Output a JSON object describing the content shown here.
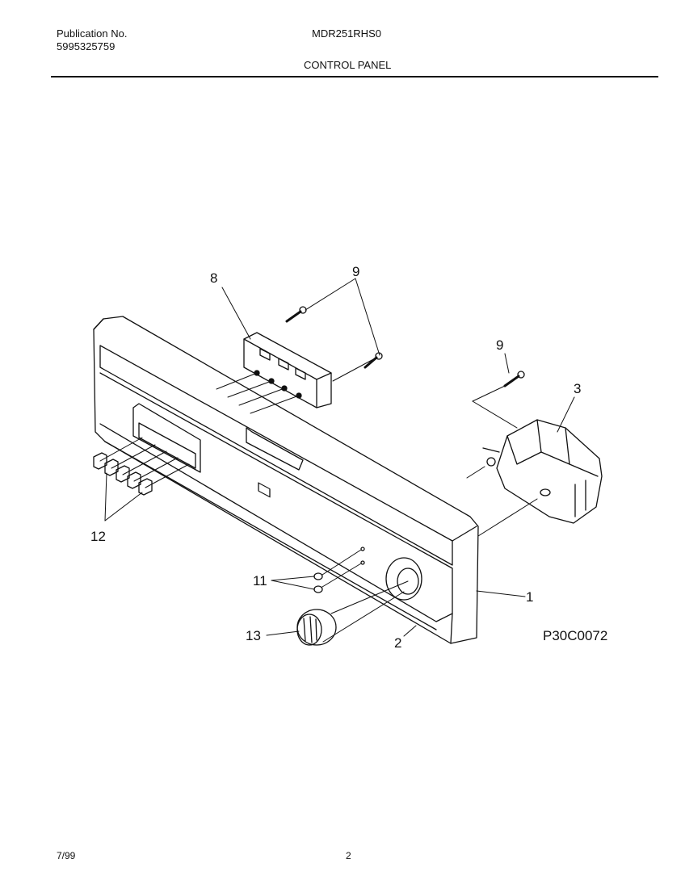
{
  "header": {
    "publication_label": "Publication No.",
    "publication_number": "5995325759",
    "model": "MDR251RHS0",
    "section_title": "CONTROL PANEL"
  },
  "diagram": {
    "figure_code": "P30C0072",
    "callouts": {
      "c1": "1",
      "c2": "2",
      "c3": "3",
      "c8": "8",
      "c9a": "9",
      "c9b": "9",
      "c11": "11",
      "c12": "12",
      "c13": "13"
    }
  },
  "footer": {
    "date": "7/99",
    "page": "2"
  }
}
